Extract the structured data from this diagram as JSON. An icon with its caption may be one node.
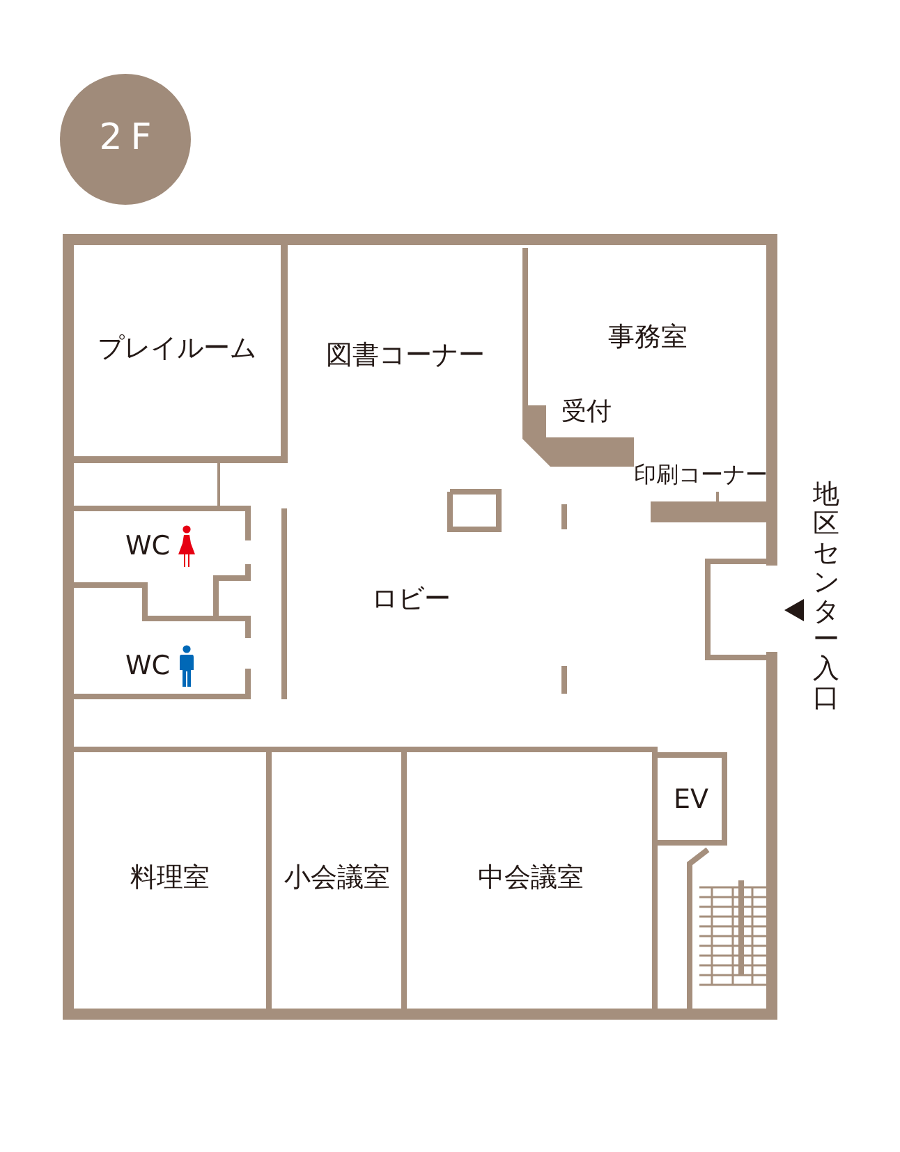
{
  "diagram": {
    "nodes": [
      {
        "text": [
          "2F"
        ]
      },
      {
        "text": [
          "プレイルーム"
        ]
      },
      {
        "text": [
          "図書コーナー"
        ]
      },
      {
        "text": [
          "事務室"
        ]
      },
      {
        "text": [
          "WC"
        ]
      },
      {
        "text": [
          "WC"
        ]
      },
      {
        "text": [
          "ロビー"
        ]
      },
      {
        "text": [
          "料理室"
        ]
      },
      {
        "text": [
          "小会議室"
        ]
      },
      {
        "text": [
          "中会議室"
        ]
      },
      {
        "text": [
          "EV"
        ]
      }
    ],
    "edges": [],
    "labels": [
      "受付",
      "印刷コーナー",
      "地区センター入口"
    ]
  }
}
